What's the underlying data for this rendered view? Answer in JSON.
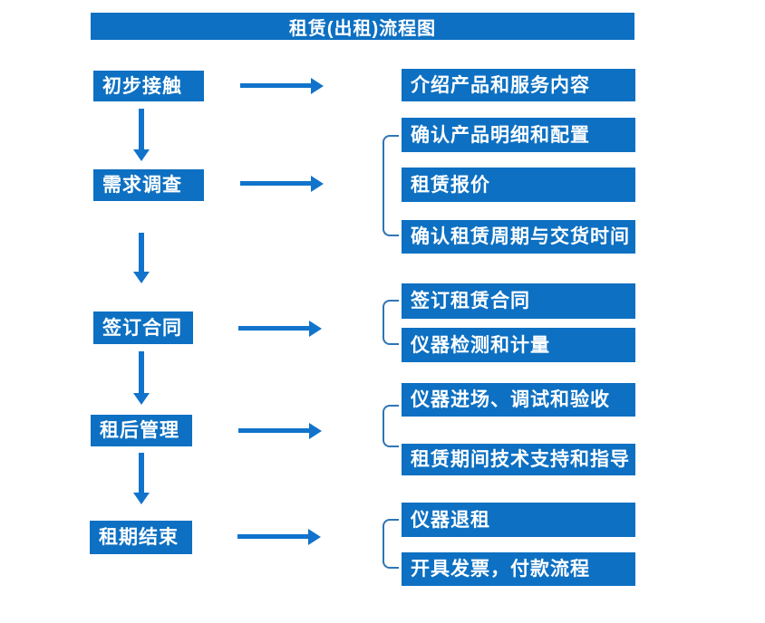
{
  "title": "租赁(出租)流程图",
  "colors": {
    "box_blue": "#0d70c2",
    "arrow_blue": "#1173cb",
    "bracket_blue": "#2e75b6",
    "text_white": "#ffffff"
  },
  "flow": {
    "steps": [
      "初步接触",
      "需求调查",
      "签订合同",
      "租后管理",
      "租期结束"
    ],
    "details": [
      [
        "介绍产品和服务内容"
      ],
      [
        "确认产品明细和配置",
        "租赁报价",
        "确认租赁周期与交货时间"
      ],
      [
        "签订租赁合同",
        "仪器检测和计量"
      ],
      [
        "仪器进场、调试和验收",
        "租赁期间技术支持和指导"
      ],
      [
        "仪器退租",
        "开具发票，付款流程"
      ]
    ]
  }
}
